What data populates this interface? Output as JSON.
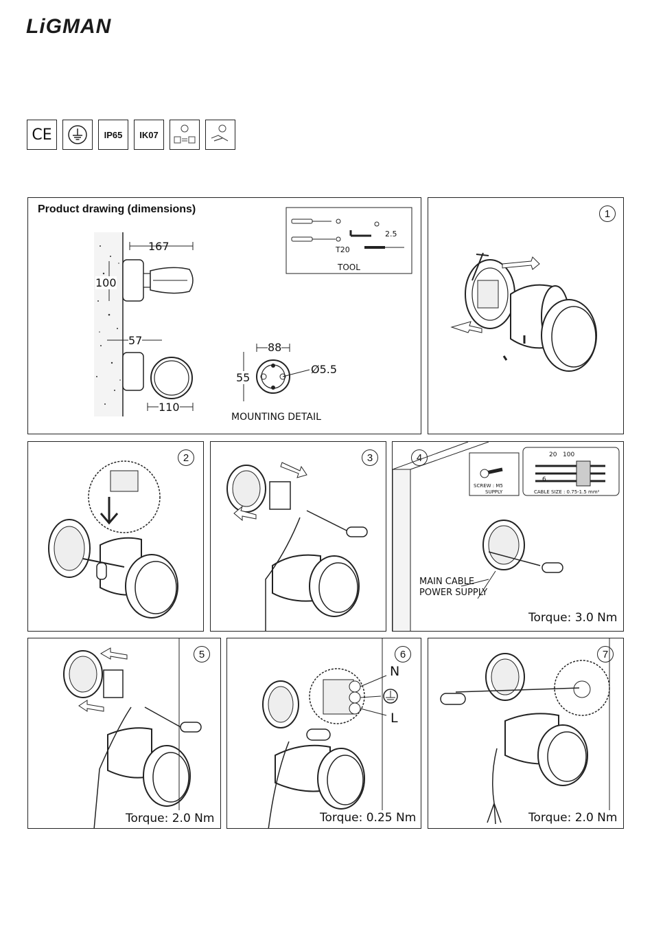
{
  "brand": {
    "logo_text": "LiGMAN"
  },
  "certifications": [
    {
      "name": "ce-mark",
      "label": "CE"
    },
    {
      "name": "earth-symbol",
      "label": ""
    },
    {
      "name": "ip-rating",
      "label": "IP65"
    },
    {
      "name": "ik-rating",
      "label": "IK07"
    },
    {
      "name": "voltage-icon",
      "label": ""
    },
    {
      "name": "wiring-icon",
      "label": ""
    }
  ],
  "dimensions_panel": {
    "title": "Product drawing (dimensions)",
    "dim_167": "167",
    "dim_100": "100",
    "dim_57": "57",
    "dim_110": "110",
    "dim_88": "88",
    "dim_55": "55",
    "dim_hole": "Ø5.5",
    "mounting_label": "MOUNTING DETAIL",
    "tool": {
      "label": "TOOL",
      "torx": "T20",
      "allen": "2.5"
    }
  },
  "steps": [
    {
      "number": "1",
      "torque": ""
    },
    {
      "number": "2",
      "torque": ""
    },
    {
      "number": "3",
      "torque": ""
    },
    {
      "number": "4",
      "torque": "Torque: 3.0 Nm",
      "cable_label_1": "MAIN CABLE",
      "cable_label_2": "POWER SUPPLY",
      "screw_label_1": "SCREW : M5",
      "screw_label_2": "SUPPLY",
      "strip_20": "20",
      "strip_100": "100",
      "strip_6": "6",
      "cable_size": "CABLE SIZE : 0.75-1.5 mm²"
    },
    {
      "number": "5",
      "torque": "Torque: 2.0 Nm"
    },
    {
      "number": "6",
      "torque": "Torque: 0.25 Nm",
      "neutral": "N",
      "live": "L"
    },
    {
      "number": "7",
      "torque": "Torque: 2.0 Nm"
    }
  ]
}
